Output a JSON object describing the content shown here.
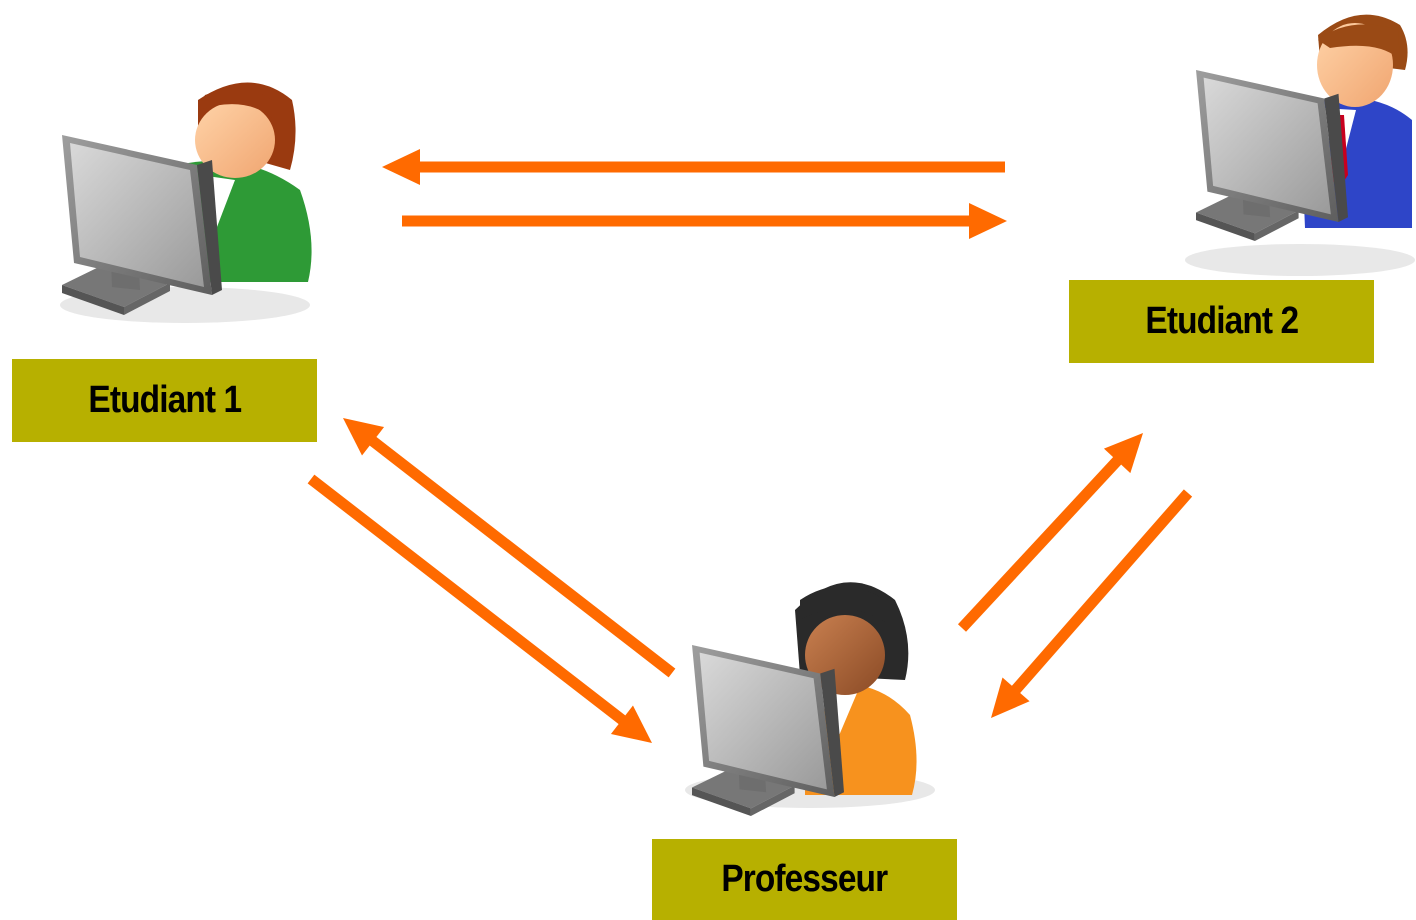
{
  "colors": {
    "arrow": "#ff6a00",
    "label_background": "#b7b000",
    "label_text": "#000000",
    "shirt_student_1": "#2e9a36",
    "shirt_student_2": "#2e45c8",
    "shirt_professor": "#f7921e",
    "tie_student_2": "#c8001e",
    "monitor": "#8c8c8c"
  },
  "nodes": {
    "student_1": {
      "label": "Etudiant 1",
      "icon": "user-at-computer-icon"
    },
    "student_2": {
      "label": "Etudiant 2",
      "icon": "user-at-computer-icon"
    },
    "professor": {
      "label": "Professeur",
      "icon": "user-at-computer-icon"
    }
  },
  "edges": [
    {
      "from": "student_2",
      "to": "student_1"
    },
    {
      "from": "student_1",
      "to": "student_2"
    },
    {
      "from": "professor",
      "to": "student_1"
    },
    {
      "from": "student_1",
      "to": "professor"
    },
    {
      "from": "professor",
      "to": "student_2"
    },
    {
      "from": "student_2",
      "to": "professor"
    }
  ]
}
